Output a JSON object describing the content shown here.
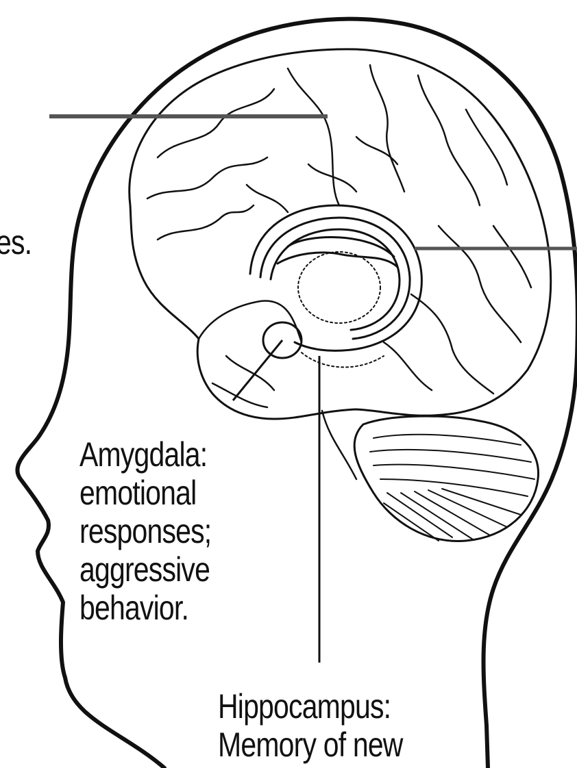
{
  "labels": {
    "left_fragment": "es.",
    "amygdala": {
      "lines": [
        "Amygdala:",
        "emotional",
        "responses;",
        "aggressive",
        "behavior."
      ]
    },
    "hippocampus": {
      "lines": [
        "Hippocampus:",
        "Memory of new"
      ]
    }
  },
  "colors": {
    "ink": "#111111",
    "pointer": "#555555",
    "background": "#ffffff"
  }
}
